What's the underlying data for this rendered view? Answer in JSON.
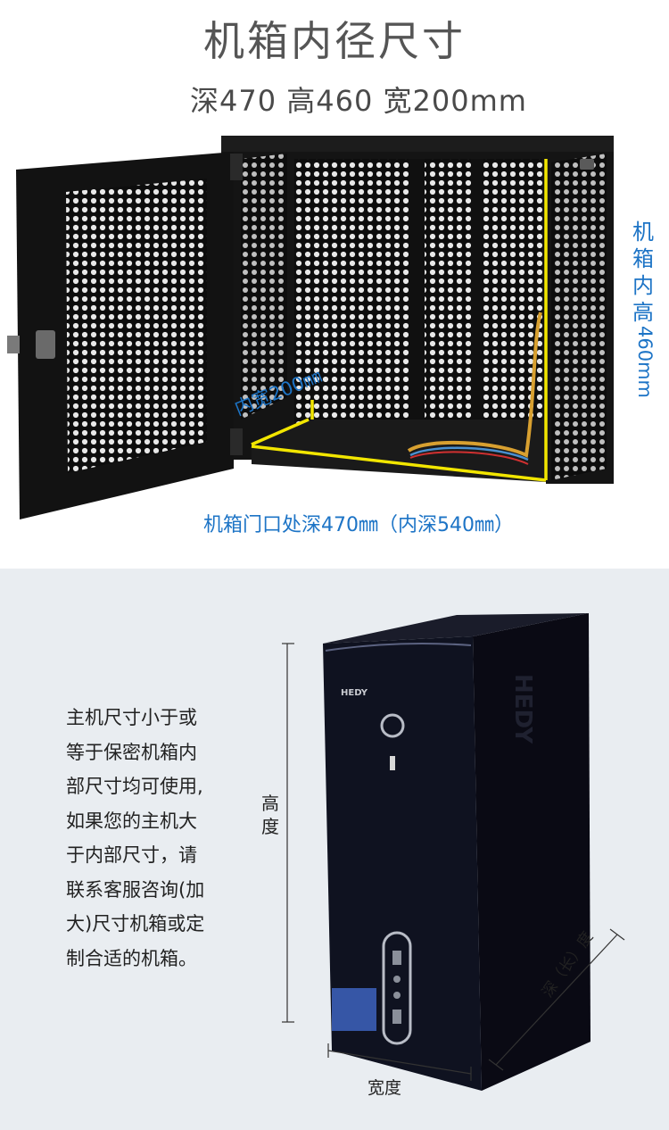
{
  "header": {
    "title": "机箱内径尺寸",
    "dims": "深470 高460 宽200mm"
  },
  "cabinet_labels": {
    "height_chars": [
      "机",
      "箱",
      "内",
      "高"
    ],
    "height_num": "460mm",
    "inner_width": "内宽200㎜",
    "door_depth": "机箱门口处深470㎜（内深540㎜）"
  },
  "pc_panel": {
    "description_lines": [
      "主机尺寸小于或",
      "等于保密机箱内",
      "部尺寸均可使用,",
      "如果您的主机大",
      "于内部尺寸，请",
      "联系客服咨询(加",
      "大)尺寸机箱或定",
      "制合适的机箱。"
    ],
    "height_chars": [
      "高",
      "度"
    ],
    "width_label": "宽度",
    "depth_label": "深（长）度",
    "brand_front": "HEDY",
    "brand_side": "HEDY"
  },
  "colors": {
    "accent_blue": "#1d74c6",
    "highlight_yellow": "#f2e600",
    "panel_bg": "#e9edf1",
    "metal": "#111111"
  }
}
